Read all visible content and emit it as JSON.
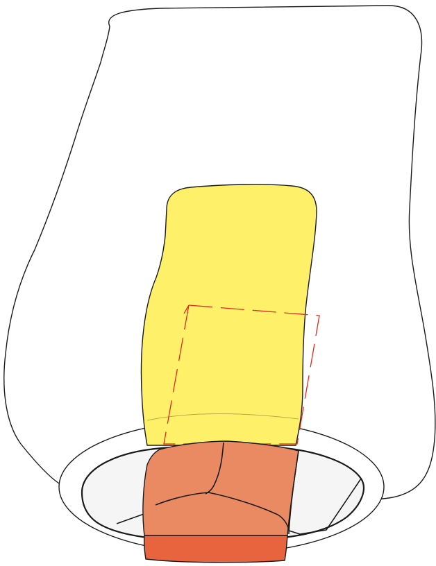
{
  "illustration": {
    "colors": {
      "outline": "#1a1a1a",
      "body_fill": "#ffffff",
      "yellow_block": "#fff06a",
      "orange_block": "#ea8a63",
      "orange_bottom": "#e8643e",
      "dashed_outline": "#e02a1a",
      "basin_inner": "#f5f5f5",
      "basin_ring": "#ffffff"
    },
    "parts": [
      "outer-body",
      "basin-ring",
      "basin-inner",
      "yellow-block",
      "dashed-rectangle",
      "orange-block",
      "orange-block-bottom"
    ]
  }
}
